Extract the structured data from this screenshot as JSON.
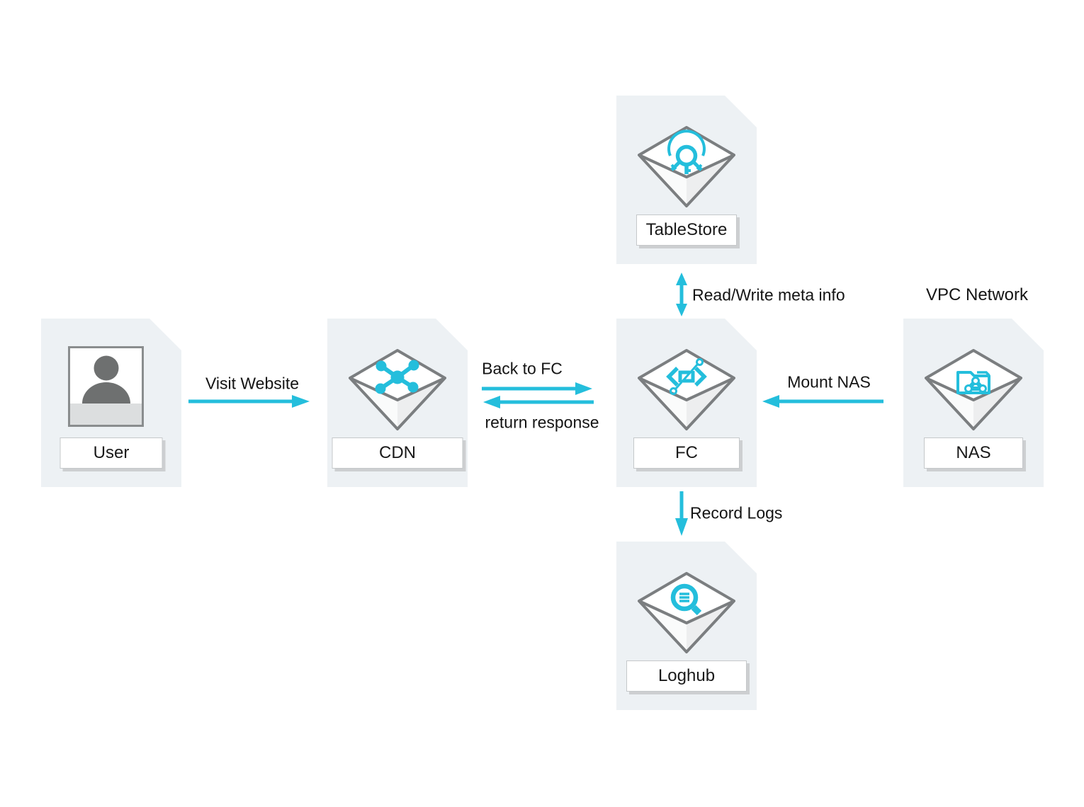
{
  "nodes": {
    "user": {
      "label": "User",
      "icon": "user-photo-icon"
    },
    "cdn": {
      "label": "CDN",
      "icon": "network-hub-icon"
    },
    "fc": {
      "label": "FC",
      "icon": "function-compute-icon"
    },
    "tablestore": {
      "label": "TableStore",
      "icon": "key-ring-icon"
    },
    "loghub": {
      "label": "Loghub",
      "icon": "search-logs-icon"
    },
    "nas": {
      "label": "NAS",
      "icon": "shared-folder-icon"
    }
  },
  "groups": {
    "vpc": {
      "label": "VPC Network"
    }
  },
  "edges": {
    "visit_website": {
      "label": "Visit Website",
      "from": "user",
      "to": "cdn",
      "arrow": "right"
    },
    "back_to_fc": {
      "label": "Back to FC",
      "from": "cdn",
      "to": "fc",
      "arrow": "right"
    },
    "return_response": {
      "label": "return response",
      "from": "fc",
      "to": "cdn",
      "arrow": "left"
    },
    "read_write_meta": {
      "label": "Read/Write meta info",
      "from": "fc",
      "to": "tablestore",
      "arrow": "both"
    },
    "mount_nas": {
      "label": "Mount NAS",
      "from": "nas",
      "to": "fc",
      "arrow": "left"
    },
    "record_logs": {
      "label": "Record Logs",
      "from": "fc",
      "to": "loghub",
      "arrow": "down"
    }
  },
  "colors": {
    "accent": "#24BEDC",
    "card_bg": "#EDF1F4",
    "cube_stroke": "#7B7E80",
    "label_text": "#1A1A1A",
    "person_gray": "#6E7070"
  }
}
